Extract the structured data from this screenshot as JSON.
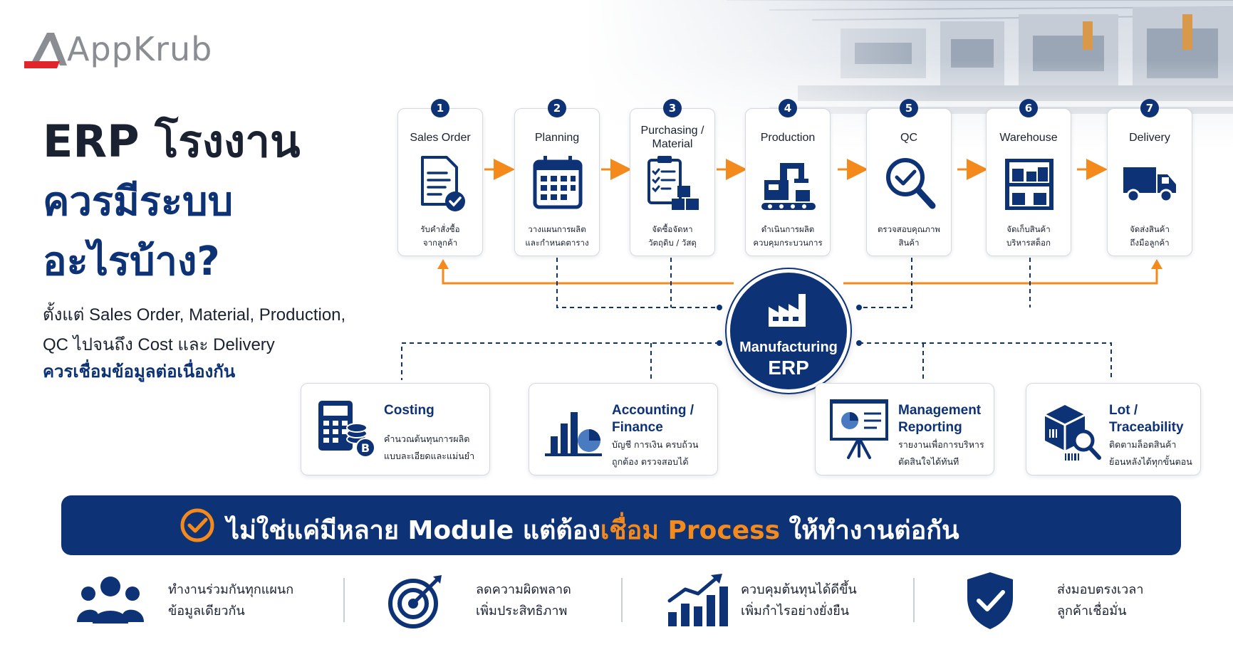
{
  "brand": {
    "name": "AppKrub"
  },
  "headline": {
    "line1": "ERP โรงงาน",
    "line2": "ควรมีระบบ",
    "line3": "อะไรบ้าง?",
    "sub1": "ตั้งแต่ Sales Order, Material, Production,",
    "sub2": "QC ไปจนถึง Cost และ Delivery",
    "sub3": "ควรเชื่อมข้อมูลต่อเนื่องกัน"
  },
  "steps": [
    {
      "num": "1",
      "title": "Sales Order",
      "desc1": "รับคำสั่งซื้อ",
      "desc2": "จากลูกค้า",
      "icon": "document-check-icon"
    },
    {
      "num": "2",
      "title": "Planning",
      "desc1": "วางแผนการผลิต",
      "desc2": "และกำหนดตาราง",
      "icon": "calendar-icon"
    },
    {
      "num": "3",
      "title": "Purchasing / Material",
      "desc1": "จัดซื้อจัดหา",
      "desc2": "วัตถุดิบ / วัสดุ",
      "icon": "clipboard-boxes-icon"
    },
    {
      "num": "4",
      "title": "Production",
      "desc1": "ดำเนินการผลิต",
      "desc2": "ควบคุมกระบวนการ",
      "icon": "robot-arm-icon"
    },
    {
      "num": "5",
      "title": "QC",
      "desc1": "ตรวจสอบคุณภาพ",
      "desc2": "สินค้า",
      "icon": "magnifier-check-icon"
    },
    {
      "num": "6",
      "title": "Warehouse",
      "desc1": "จัดเก็บสินค้า",
      "desc2": "บริหารสต็อก",
      "icon": "warehouse-shelf-icon"
    },
    {
      "num": "7",
      "title": "Delivery",
      "desc1": "จัดส่งสินค้า",
      "desc2": "ถึงมือลูกค้า",
      "icon": "truck-icon"
    }
  ],
  "hub": {
    "line1": "Manufacturing",
    "line2": "ERP"
  },
  "modules": [
    {
      "title1": "Costing",
      "title2": "",
      "desc1": "คำนวณต้นทุนการผลิต",
      "desc2": "แบบละเอียดและแม่นยำ",
      "icon": "calculator-coins-icon"
    },
    {
      "title1": "Accounting /",
      "title2": "Finance",
      "desc1": "บัญชี การเงิน ครบถ้วน",
      "desc2": "ถูกต้อง ตรวจสอบได้",
      "icon": "bar-pie-chart-icon"
    },
    {
      "title1": "Management",
      "title2": "Reporting",
      "desc1": "รายงานเพื่อการบริหาร",
      "desc2": "ตัดสินใจได้ทันที",
      "icon": "presentation-board-icon"
    },
    {
      "title1": "Lot /",
      "title2": "Traceability",
      "desc1": "ติดตามล็อตสินค้า",
      "desc2": "ย้อนหลังได้ทุกขั้นตอน",
      "icon": "box-barcode-search-icon"
    }
  ],
  "banner": {
    "part1": "ไม่ใช่แค่มีหลาย Module แต่ต้อง",
    "part2": "เชื่อม Process",
    "part3": " ให้ทำงานต่อกัน"
  },
  "benefits": [
    {
      "line1": "ทำงานร่วมกันทุกแผนก",
      "line2": "ข้อมูลเดียวกัน",
      "icon": "team-icon"
    },
    {
      "line1": "ลดความผิดพลาด",
      "line2": "เพิ่มประสิทธิภาพ",
      "icon": "target-icon"
    },
    {
      "line1": "ควบคุมต้นทุนได้ดีขึ้น",
      "line2": "เพิ่มกำไรอย่างยั่งยืน",
      "icon": "growth-chart-icon"
    },
    {
      "line1": "ส่งมอบตรงเวลา",
      "line2": "ลูกค้าเชื่อมั่น",
      "icon": "shield-check-icon"
    }
  ],
  "colors": {
    "navy": "#0d3275",
    "orange": "#f48a1c",
    "dark": "#1a2130",
    "gray": "#8a8d92"
  }
}
